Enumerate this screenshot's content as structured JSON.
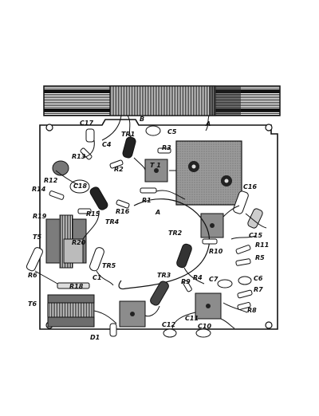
{
  "labels": {
    "A_rod": "A",
    "B": "B",
    "C17": "C17",
    "C5": "C5",
    "C4": "C4",
    "TR1": "TR1",
    "R3": "R3",
    "R13": "R13",
    "R2": "R2",
    "T1": "T 1",
    "R12": "R12",
    "C18": "C18",
    "R14": "R14",
    "R1": "R1",
    "C16": "C16",
    "R15": "R15",
    "R16": "R16",
    "A_board": "A",
    "R19": "R19",
    "TR4": "TR4",
    "TR2": "TR2",
    "C15": "C15",
    "T5": "T5",
    "R20": "R20",
    "R11": "R11",
    "R10": "R10",
    "R5": "R5",
    "TR5": "TR5",
    "R6_left": "R6",
    "C1": "C1",
    "TR3": "TR3",
    "R9": "R9",
    "R4": "R4",
    "C7": "C7",
    "C6": "C6",
    "R18": "R18",
    "R7": "R7",
    "T6": "T6",
    "C11": "C11",
    "R8": "R8",
    "C12": "C12",
    "C10": "C10",
    "D1": "D1"
  }
}
